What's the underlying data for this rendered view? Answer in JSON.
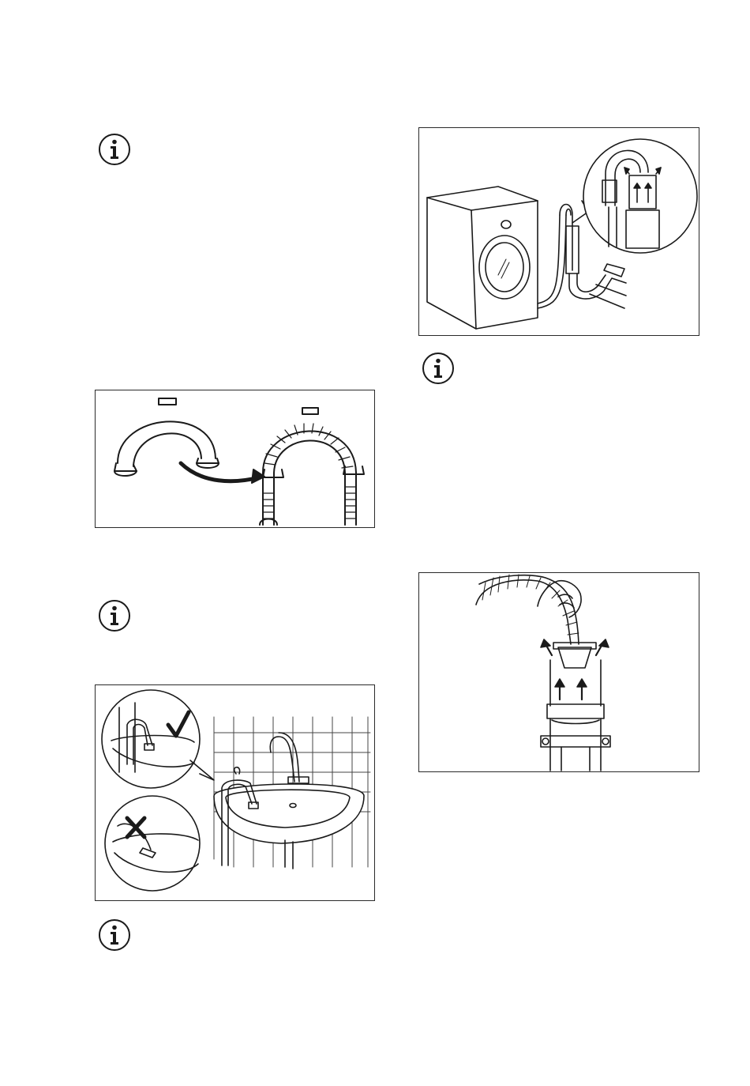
{
  "page": {
    "icons": [
      "info-icon",
      "info-icon",
      "info-icon",
      "info-icon"
    ],
    "figures": [
      "hose-guide-illustration",
      "sink-hose-illustration",
      "washer-standpipe-illustration",
      "standpipe-detail-illustration"
    ],
    "colors": {
      "ink": "#1a1a1a",
      "paper": "#ffffff"
    }
  }
}
